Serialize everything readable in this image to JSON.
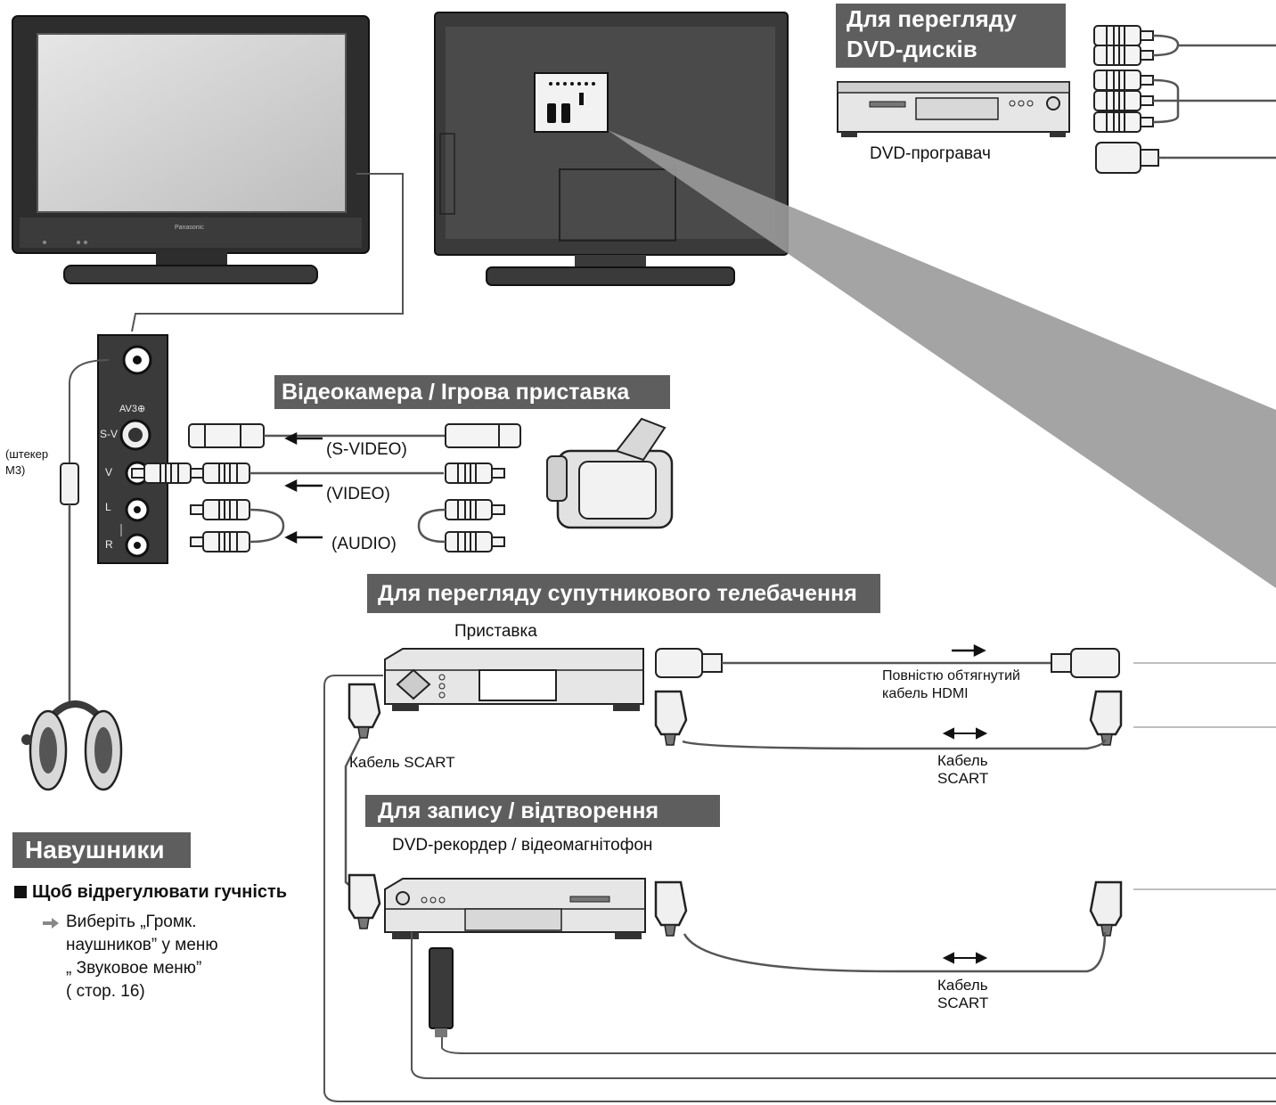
{
  "banners": {
    "dvd_viewing_line1": "Для переглядy",
    "dvd_viewing_line2": "DVD-дисків",
    "camcorder_game": "Відеокамера / Ігрова приставка",
    "satellite": "Для перегляду супутникового телебачення",
    "record_playback": "Для запису / відтворення",
    "headphones": "Навушники"
  },
  "labels": {
    "dvd_player": "DVD-програвач",
    "plug_m3_line1": "(штекер",
    "plug_m3_line2": "М3)",
    "av3": "AV3⊕",
    "jack_sv": "S-V",
    "jack_v": "V",
    "jack_l": "L",
    "jack_r": "R",
    "s_video": "(S-VIDEO)",
    "video": "(VIDEO)",
    "audio": "(AUDIO)",
    "set_top_box": "Приставка",
    "hdmi_line1": "Повністю обтягнутий",
    "hdmi_line2": "кабель HDMI",
    "scart_cable_left": "Кабель SCART",
    "scart_cable_1_line1": "Кабель",
    "scart_cable_1_line2": "SCART",
    "recorder": "DVD-рекордер / відеомагнітофон",
    "scart_cable_2_line1": "Кабель",
    "scart_cable_2_line2": "SCART",
    "tv_brand": "Panasonic"
  },
  "volume": {
    "heading": "Щоб відрегулювати гучність",
    "line1": "Виберіть „Громк.",
    "line2": "наушников” у меню",
    "line3": "„ Звуковое меню”",
    "line4": "( стор. 16)"
  },
  "colors": {
    "banner": "#5e5e5e",
    "device_dark": "#3a3a3a",
    "device_light": "#e4e4e4",
    "cable": "#555555"
  }
}
